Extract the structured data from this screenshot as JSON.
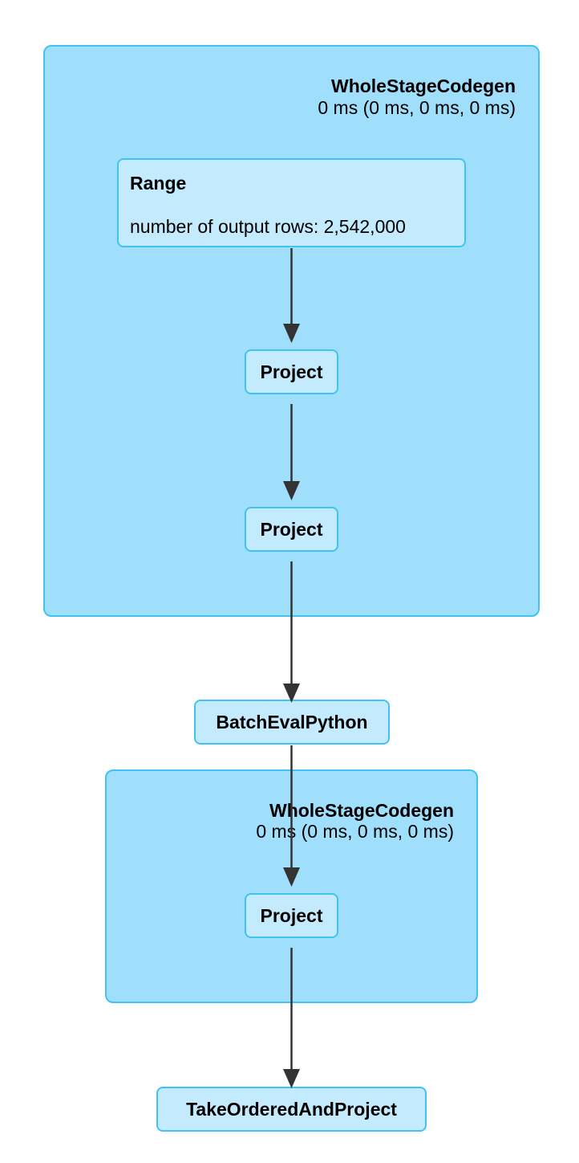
{
  "clusters": [
    {
      "title": "WholeStageCodegen",
      "metric": "0 ms (0 ms, 0 ms, 0 ms)"
    },
    {
      "title": "WholeStageCodegen",
      "metric": "0 ms (0 ms, 0 ms, 0 ms)"
    }
  ],
  "nodes": {
    "range": {
      "label": "Range",
      "metric": "number of output rows: 2,542,000"
    },
    "project1": {
      "label": "Project"
    },
    "project2": {
      "label": "Project"
    },
    "batch_eval_python": {
      "label": "BatchEvalPython"
    },
    "project3": {
      "label": "Project"
    },
    "take_ordered_and_project": {
      "label": "TakeOrderedAndProject"
    }
  },
  "colors": {
    "cluster_fill": "#9fdffb",
    "node_fill": "#c4ebfd",
    "border": "#40c3f2",
    "edge": "#333333"
  }
}
